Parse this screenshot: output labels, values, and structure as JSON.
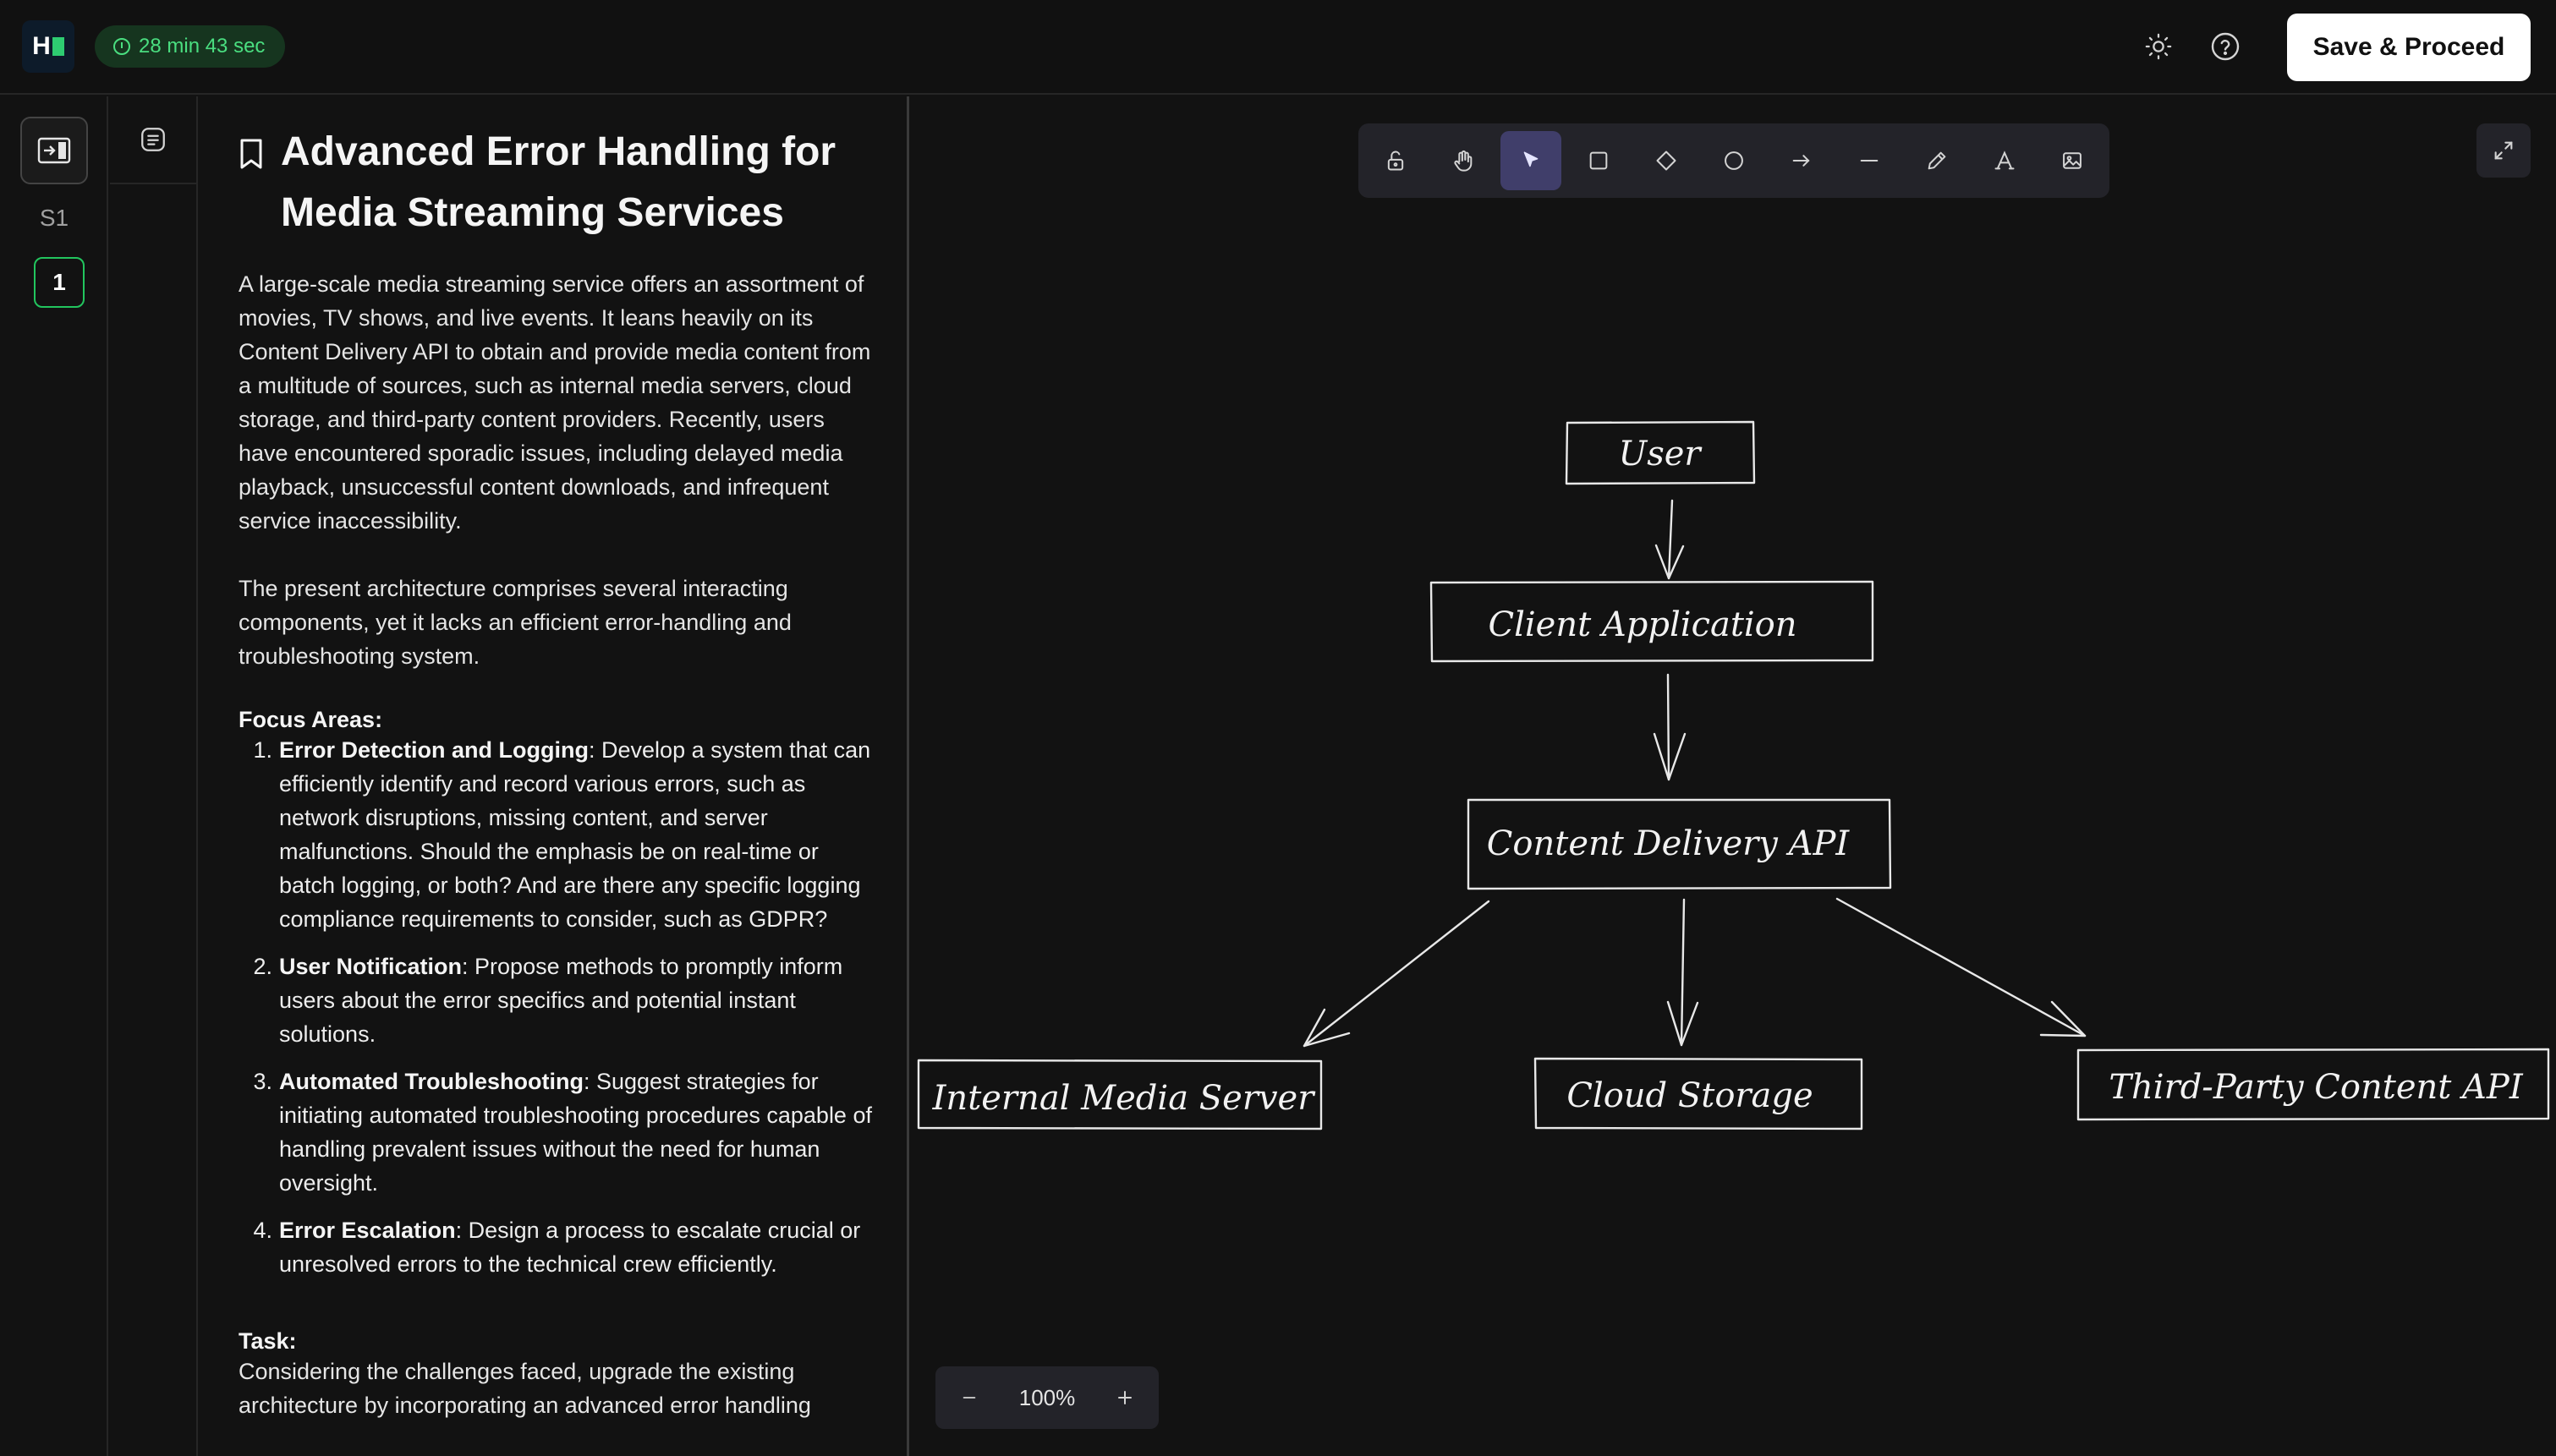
{
  "header": {
    "logo_text": "H",
    "timer": "28 min 43 sec",
    "theme_icon": "sun-icon",
    "help_icon": "help-circle-icon",
    "save_label": "Save & Proceed"
  },
  "rail": {
    "toggle_icon": "panel-toggle-icon",
    "section_label": "S1",
    "question_number": "1"
  },
  "subrail": {
    "tab_icon": "document-list-icon"
  },
  "problem": {
    "bookmark_icon": "bookmark-icon",
    "title": "Advanced Error Handling for Media Streaming Services",
    "paragraph1": "A large-scale media streaming service offers an assortment of movies, TV shows, and live events. It leans heavily on its Content Delivery API to obtain and provide media content from a multitude of sources, such as internal media servers, cloud storage, and third-party content providers. Recently, users have encountered sporadic issues, including delayed media playback, unsuccessful content downloads, and infrequent service inaccessibility.",
    "paragraph2": "The present architecture comprises several interacting components, yet it lacks an efficient error-handling and troubleshooting system.",
    "focus_heading": "Focus Areas:",
    "focus_items": [
      {
        "num": "1.",
        "bold": "Error Detection and Logging",
        "text": ": Develop a system that can efficiently identify and record various errors, such as network disruptions, missing content, and server malfunctions. Should the emphasis be on real-time or batch logging, or both? And are there any specific logging compliance requirements to consider, such as GDPR?"
      },
      {
        "num": "2.",
        "bold": "User Notification",
        "text": ": Propose methods to promptly inform users about the error specifics and potential instant solutions."
      },
      {
        "num": "3.",
        "bold": "Automated Troubleshooting",
        "text": ": Suggest strategies for initiating automated troubleshooting procedures capable of handling prevalent issues without the need for human oversight."
      },
      {
        "num": "4.",
        "bold": "Error Escalation",
        "text": ": Design a process to escalate crucial or unresolved errors to the technical crew efficiently."
      }
    ],
    "task_heading": "Task:",
    "task_text": "Considering the challenges faced, upgrade the existing architecture by incorporating an advanced error handling"
  },
  "toolbar": {
    "tools": [
      {
        "name": "lock-tool",
        "icon": "unlock-icon",
        "active": false
      },
      {
        "name": "hand-tool",
        "icon": "hand-icon",
        "active": false
      },
      {
        "name": "select-tool",
        "icon": "cursor-icon",
        "active": true
      },
      {
        "name": "rectangle-tool",
        "icon": "square-icon",
        "active": false
      },
      {
        "name": "diamond-tool",
        "icon": "diamond-icon",
        "active": false
      },
      {
        "name": "ellipse-tool",
        "icon": "circle-icon",
        "active": false
      },
      {
        "name": "arrow-tool",
        "icon": "arrow-right-icon",
        "active": false
      },
      {
        "name": "line-tool",
        "icon": "line-icon",
        "active": false
      },
      {
        "name": "pencil-tool",
        "icon": "pencil-icon",
        "active": false
      },
      {
        "name": "text-tool",
        "icon": "text-icon",
        "active": false
      },
      {
        "name": "image-tool",
        "icon": "image-icon",
        "active": false
      }
    ],
    "expand_icon": "expand-icon"
  },
  "zoom": {
    "minus_icon": "minus-icon",
    "value": "100%",
    "plus_icon": "plus-icon"
  },
  "diagram": {
    "nodes": {
      "user": "User",
      "client": "Client Application",
      "cda": "Content Delivery API",
      "ims": "Internal Media Server",
      "cloud": "Cloud Storage",
      "third": "Third-Party Content API"
    }
  }
}
